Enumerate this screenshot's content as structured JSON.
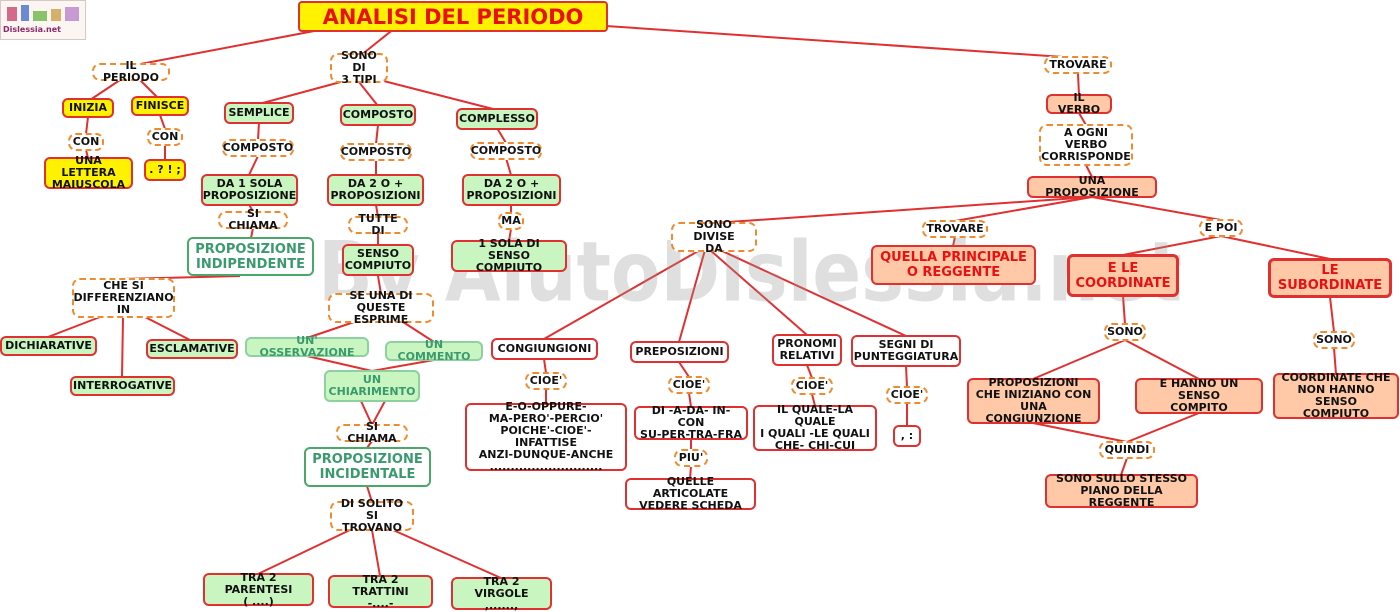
{
  "title": "ANALISI DEL PERIODO",
  "logo_text": "Dislessia.net",
  "watermark": "By AiutoDislessia.net",
  "colors": {
    "line": "#e03030",
    "dash_border": "#f08a2c",
    "yellow": "#fff200",
    "green_fill": "#c8f5c0",
    "peach_fill": "#ffc8a6",
    "teal_text": "#3a9a6e",
    "red_text": "#e81010"
  },
  "nodes": {
    "il_periodo": "IL PERIODO",
    "inizia": "INIZIA",
    "finisce": "FINISCE",
    "con_1": "CON",
    "con_2": "CON",
    "lettera_maiuscola": "UNA LETTERA\nMAIUSCOLA",
    "punteggiatura_fine": ". ? ! ;",
    "sono_di_3_tipi": "SONO DI\n3 TIPI",
    "semplice": "SEMPLICE",
    "composto": "COMPOSTO",
    "complesso": "COMPLESSO",
    "composto_s": "COMPOSTO",
    "composto_c": "COMPOSTO",
    "composto_x": "COMPOSTO",
    "da_1_sola": "DA 1 SOLA\nPROPOSIZIONE",
    "da_2_o_c": "DA 2 O +\nPROPOSIZIONI",
    "da_2_o_x": "DA 2 O +\nPROPOSIZIONI",
    "si_chiama_1": "SI CHIAMA",
    "prop_indipendente": "PROPOSIZIONE\nINDIPENDENTE",
    "tutte_di": "TUTTE DI",
    "senso_compiuto": "SENSO\nCOMPIUTO",
    "ma": "MA",
    "una_sola_senso": "1 SOLA DI\nSENSO COMPIUTO",
    "che_si_diff": "CHE SI\nDIFFERENZIANO\nIN",
    "dichiarative": "DICHIARATIVE",
    "esclamative": "ESCLAMATIVE",
    "interrogative": "INTERROGATIVE",
    "se_una_di": "SE UNA DI\nQUESTE ESPRIME",
    "osservazione": "UN' OSSERVAZIONE",
    "commento": "UN COMMENTO",
    "chiarimento": "UN\nCHIARIMENTO",
    "si_chiama_2": "SI CHIAMA",
    "prop_incidentale": "PROPOSIZIONE\nINCIDENTALE",
    "di_solito": "DI SOLITO\nSI TROVANO",
    "tra_parentesi": "TRA 2 PARENTESI\n( ....)",
    "tra_trattini": "TRA 2 TRATTINI\n-....-",
    "tra_virgole": "TRA 2 VIRGOLE\n,......,",
    "trovare_1": "TROVARE",
    "il_verbo": "IL VERBO",
    "a_ogni_verbo": "A OGNI\nVERBO\nCORRISPONDE",
    "una_proposizione": "UNA PROPOSIZIONE",
    "sono_divise_da": "SONO DIVISE\nDA",
    "trovare_2": "TROVARE",
    "e_poi": "E POI",
    "principale": "QUELLA PRINCIPALE\nO REGGENTE",
    "coordinate": "E LE\nCOORDINATE",
    "subordinate": "LE\nSUBORDINATE",
    "congiunzioni": "CONGIUNGIONI",
    "preposizioni": "PREPOSIZIONI",
    "pronomi_relativi": "PRONOMI\nRELATIVI",
    "segni_punteggiatura": "SEGNI DI\nPUNTEGGIATURA",
    "cioe_1": "CIOE'",
    "cioe_2": "CIOE'",
    "cioe_3": "CIOE'",
    "cioe_4": "CIOE'",
    "elenco_congiunzioni": "E-O-OPPURE-\nMA-PERO'-PERCIO'\nPOICHE'-CIOE'-INFATTISE\nANZI-DUNQUE-ANCHE\n...........................",
    "elenco_preposizioni": "DI -A-DA- IN-CON\nSU-PER-TRA-FRA",
    "piu": "PIU'",
    "articolate": "QUELLE ARTICOLATE\nVEDERE SCHEDA",
    "elenco_pronomi": "IL QUALE-LA QUALE\nI QUALI -LE QUALI\nCHE- CHI-CUI",
    "virgola_duepunti": ", :",
    "sono_1": "SONO",
    "sono_2": "SONO",
    "prop_congiunzione": "PROPOSIZIONI\nCHE INIZIANO CON\nUNA CONGIUNZIONE",
    "hanno_senso": "E HANNO UN SENSO\nCOMPITO",
    "quindi": "QUINDI",
    "stesso_piano": "SONO SULLO STESSO\nPIANO DELLA REGGENTE",
    "coordinate_non_senso": "COORDINATE CHE\nNON HANNO SENSO\nCOMPIUTO"
  }
}
